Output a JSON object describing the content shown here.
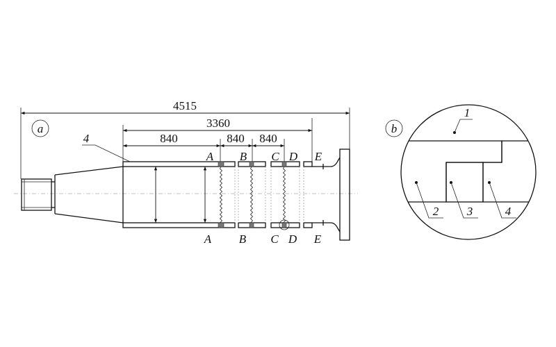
{
  "panel_a": {
    "label": "a",
    "dimensions": {
      "overall": "4515",
      "tube": "3360",
      "seg1": "840",
      "seg2": "840",
      "seg3": "840"
    },
    "section_labels": [
      "A",
      "B",
      "C",
      "D",
      "E"
    ],
    "part_label": "4"
  },
  "panel_b": {
    "label": "b",
    "callouts": [
      "1",
      "2",
      "3",
      "4"
    ]
  }
}
